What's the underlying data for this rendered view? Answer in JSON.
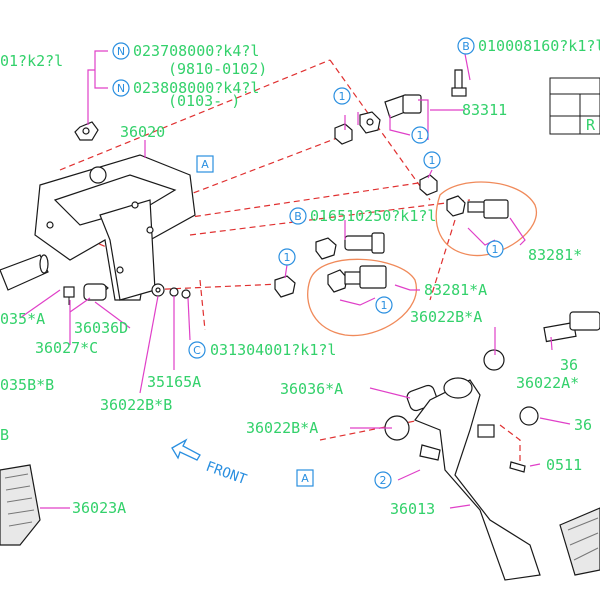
{
  "labels": {
    "l_left_top": "01?k2?l",
    "l_n1": "023708000?k4?l",
    "l_n1_range": "(9810-0102)",
    "l_n2": "023808000?k4?l",
    "l_n2_range": "(0103-    )",
    "l_b1": "010008160?k1?l",
    "l_36020": "36020",
    "l_83311": "83311",
    "l_b2": "016510250?k1?l",
    "l_83281_top": "83281*",
    "l_83281a": "83281*A",
    "l_36022bA": "36022B*A",
    "l_35A": "035*A",
    "l_36036d": "36036D",
    "l_36027c": "36027*C",
    "l_c": "031304001?k1?l",
    "l_35165a": "35165A",
    "l_35bb": "035B*B",
    "l_36022bb": "36022B*B",
    "l_36036a": "36036*A",
    "l_36022bA2": "36022B*A",
    "l_b": "B",
    "l_36023a": "36023A",
    "l_36013": "36013",
    "l_36022a": "36022A*",
    "l_36r1": "36",
    "l_36r2": "36",
    "l_0511": "0511",
    "l_front": "FRONT",
    "table_r": "R"
  },
  "callouts": {
    "n": "N",
    "b": "B",
    "c": "C",
    "a": "A",
    "one": "1",
    "two": "2"
  },
  "colors": {
    "label": "#33d16b",
    "callout": "#2a8fe0",
    "leader": "#e040c8",
    "dashed": "#e03030",
    "highlight": "#f08a5a"
  }
}
